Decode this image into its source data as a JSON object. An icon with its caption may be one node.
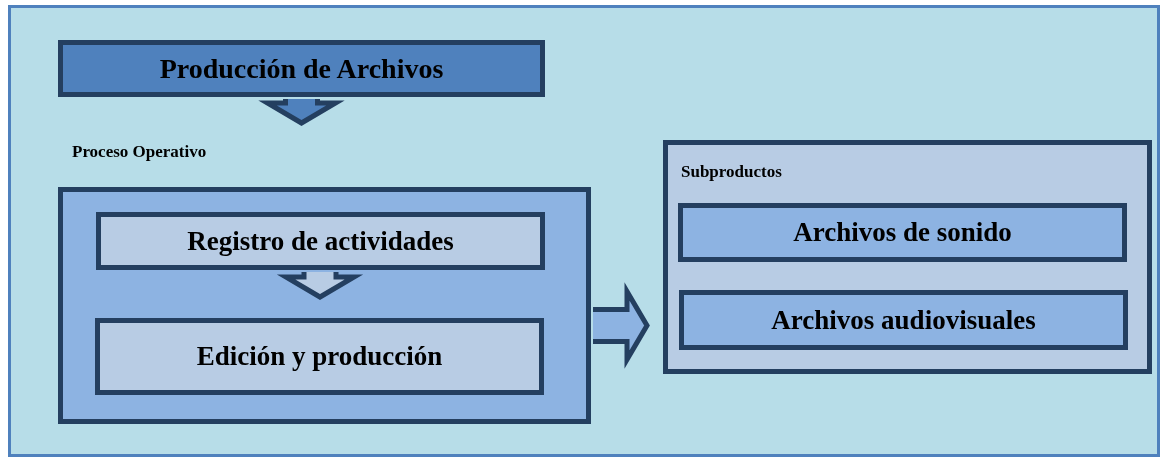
{
  "diagram": {
    "nodes": [
      {
        "text": [
          "Producción de Archivos"
        ]
      },
      {
        "text": [
          "Proceso Operativo"
        ]
      },
      {
        "text": [
          "Registro de actividades"
        ],
        "in": 1
      },
      {
        "text": [
          "Edición y producción"
        ],
        "in": 1
      },
      {
        "text": [
          "Subproductos"
        ]
      },
      {
        "text": [
          "Archivos de sonido"
        ],
        "in": 4
      },
      {
        "text": [
          "Archivos audiovisuales"
        ],
        "in": 4
      }
    ],
    "edges": [
      {
        "from": 0,
        "to": 1,
        "arrow": "to"
      },
      {
        "from": 2,
        "to": 3,
        "arrow": "to"
      },
      {
        "from": 1,
        "to": 4,
        "arrow": "to"
      }
    ]
  }
}
